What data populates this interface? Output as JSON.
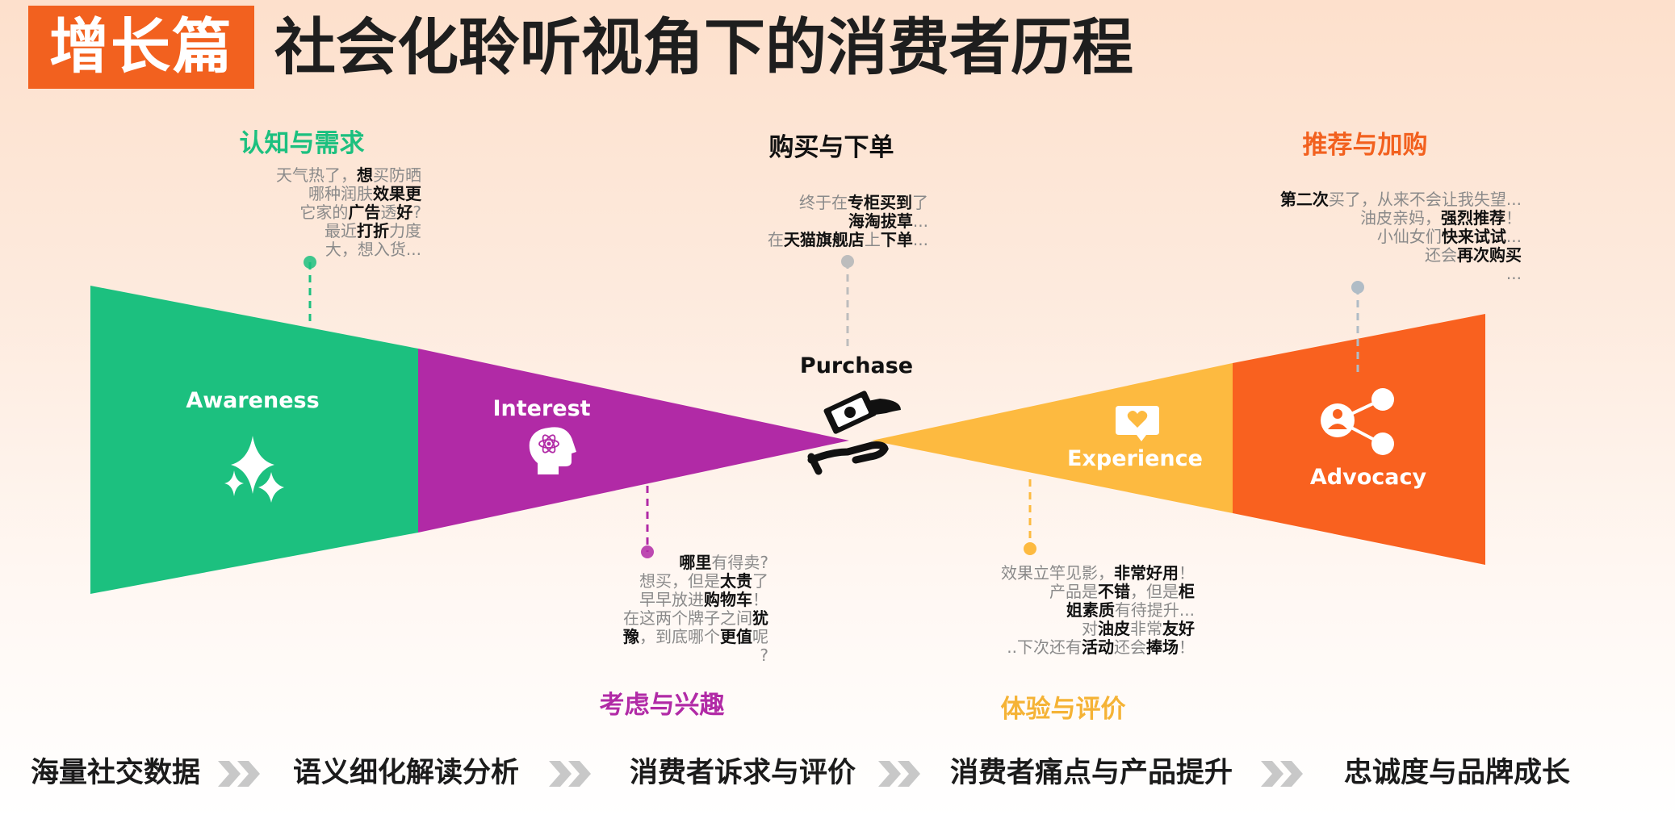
{
  "header": {
    "badge": "增长篇",
    "title": "社会化聆听视角下的消费者历程"
  },
  "stages": {
    "awareness": {
      "label": "Awareness",
      "title": "认知与需求",
      "title_color": "#1cc07f",
      "color": "#1cc07f",
      "quotes": [
        [
          {
            "t": "天气热了，"
          },
          {
            "t": "想",
            "b": true
          },
          {
            "t": "买防晒"
          }
        ],
        [
          {
            "t": "哪种润肤"
          },
          {
            "t": "效果更",
            "b": true
          }
        ],
        [
          {
            "t": "它家的"
          },
          {
            "t": "广告",
            "b": true
          },
          {
            "t": "透"
          },
          {
            "t": "好",
            "b": true
          },
          {
            "t": "?"
          }
        ],
        [
          {
            "t": "最近"
          },
          {
            "t": "打折",
            "b": true
          },
          {
            "t": "力度"
          }
        ],
        [
          {
            "t": "大，想入货..."
          }
        ]
      ]
    },
    "interest": {
      "label": "Interest",
      "title": "考虑与兴趣",
      "title_color": "#b12aa6",
      "color": "#b12aa6",
      "quotes": [
        [
          {
            "t": "哪里",
            "b": true
          },
          {
            "t": "有得卖?"
          }
        ],
        [
          {
            "t": "想买，但是"
          },
          {
            "t": "太贵",
            "b": true
          },
          {
            "t": "了"
          }
        ],
        [
          {
            "t": "早早放进"
          },
          {
            "t": "购物车",
            "b": true
          },
          {
            "t": "！"
          }
        ],
        [
          {
            "t": "在这两个牌子之间"
          },
          {
            "t": "犹",
            "b": true
          }
        ],
        [
          {
            "t": "豫",
            "b": true
          },
          {
            "t": "，到底哪个"
          },
          {
            "t": "更值",
            "b": true
          },
          {
            "t": "呢"
          }
        ],
        [
          {
            "t": "?"
          }
        ]
      ]
    },
    "purchase": {
      "label": "Purchase",
      "title": "购买与下单",
      "title_color": "#111111",
      "color": "#bdbdbd",
      "quotes": [
        [
          {
            "t": "终于在"
          },
          {
            "t": "专柜买到",
            "b": true
          },
          {
            "t": "了"
          }
        ],
        [
          {
            "t": "海淘拔草",
            "b": true
          },
          {
            "t": "..."
          }
        ],
        [
          {
            "t": "在"
          },
          {
            "t": "天猫旗舰店",
            "b": true
          },
          {
            "t": "上"
          },
          {
            "t": "下单",
            "b": true
          },
          {
            "t": "..."
          }
        ]
      ]
    },
    "experience": {
      "label": "Experience",
      "title": "体验与评价",
      "title_color": "#f5b336",
      "color": "#fdba40",
      "quotes": [
        [
          {
            "t": "效果立竿见影，"
          },
          {
            "t": "非常好用",
            "b": true
          },
          {
            "t": "！"
          }
        ],
        [
          {
            "t": "产品是"
          },
          {
            "t": "不错",
            "b": true
          },
          {
            "t": "，但是"
          },
          {
            "t": "柜",
            "b": true
          }
        ],
        [
          {
            "t": "姐素质",
            "b": true
          },
          {
            "t": "有待提升..."
          }
        ],
        [
          {
            "t": "对"
          },
          {
            "t": "油皮",
            "b": true
          },
          {
            "t": "非常"
          },
          {
            "t": "友好",
            "b": true
          }
        ],
        [
          {
            "t": "..下次还有"
          },
          {
            "t": "活动",
            "b": true
          },
          {
            "t": "还会"
          },
          {
            "t": "捧场",
            "b": true
          },
          {
            "t": "！"
          }
        ]
      ]
    },
    "advocacy": {
      "label": "Advocacy",
      "title": "推荐与加购",
      "title_color": "#f2611f",
      "color": "#f9611f",
      "quotes": [
        [
          {
            "t": "第二次",
            "b": true
          },
          {
            "t": "买了，从来不会让我失望..."
          }
        ],
        [
          {
            "t": "油皮亲妈，"
          },
          {
            "t": "强烈推荐",
            "b": true
          },
          {
            "t": "！"
          }
        ],
        [
          {
            "t": "小仙女们"
          },
          {
            "t": "快来试试",
            "b": true
          },
          {
            "t": "..."
          }
        ],
        [
          {
            "t": "还会"
          },
          {
            "t": "再次购买",
            "b": true
          }
        ],
        [
          {
            "t": "..."
          }
        ]
      ]
    }
  },
  "flow": {
    "items": [
      "海量社交数据",
      "语义细化解读分析",
      "消费者诉求与评价",
      "消费者痛点与产品提升",
      "忠诚度与品牌成长"
    ]
  },
  "icons": {
    "awareness": "sparkle-icon",
    "interest": "brain-atom-icon",
    "purchase": "hand-money-icon",
    "experience": "chat-heart-icon",
    "advocacy": "share-user-icon",
    "flow_separator": "double-chevron-icon"
  }
}
